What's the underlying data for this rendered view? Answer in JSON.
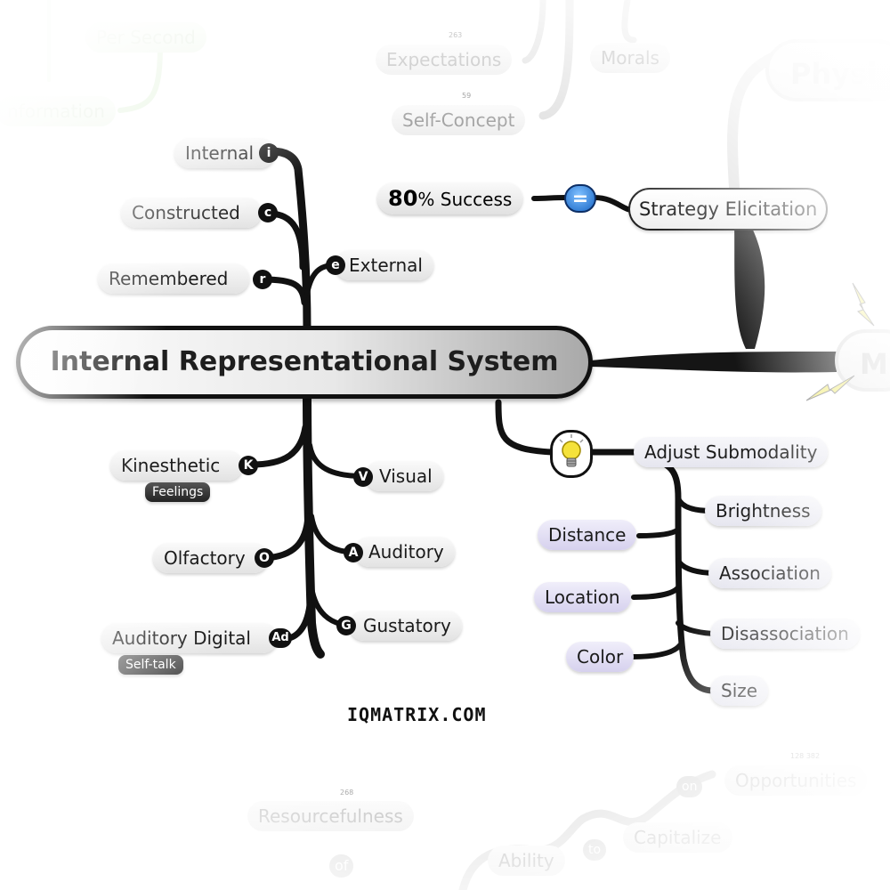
{
  "central": {
    "label": "Internal Representational System"
  },
  "left_top_branches": [
    {
      "key": "internal",
      "label": "Internal",
      "badge": "i"
    },
    {
      "key": "constructed",
      "label": "Constructed",
      "badge": "c"
    },
    {
      "key": "remembered",
      "label": "Remembered",
      "badge": "r"
    },
    {
      "key": "external",
      "label": "External",
      "badge": "e"
    }
  ],
  "left_bottom_branches": [
    {
      "key": "kinesthetic",
      "label": "Kinesthetic",
      "badge": "K",
      "sub": "Feelings"
    },
    {
      "key": "visual",
      "label": "Visual",
      "badge": "V"
    },
    {
      "key": "olfactory",
      "label": "Olfactory",
      "badge": "O"
    },
    {
      "key": "auditory",
      "label": "Auditory",
      "badge": "A"
    },
    {
      "key": "auditory-digital",
      "label": "Auditory Digital",
      "badge": "Ad",
      "sub": "Self-talk"
    },
    {
      "key": "gustatory",
      "label": "Gustatory",
      "badge": "G"
    }
  ],
  "strategy": {
    "label": "Strategy Elicitation",
    "equals_symbol": "=",
    "success_pct": "80",
    "success_pct_sign": "%",
    "success_label": "Success"
  },
  "submodalities": {
    "label": "Adjust Submodality",
    "items": [
      "Brightness",
      "Distance",
      "Association",
      "Location",
      "Disassociation",
      "Color",
      "Size"
    ]
  },
  "brand": "IQMATRIX.COM",
  "background_nodes": {
    "per_second": "Per Second",
    "information": "nformation",
    "expectations": "Expectations",
    "expectations_num": "263",
    "self_concept": "Self-Concept",
    "self_concept_num": "59",
    "morals": "Morals",
    "physi": "Physi",
    "m": "M",
    "resourcefulness": "Resourcefulness",
    "resourcefulness_num": "268",
    "of": "of",
    "ability": "Ability",
    "to": "to",
    "capitalize": "Capitalize",
    "on": "on",
    "opportunities": "Opportunities",
    "opportunities_num": "128 382"
  },
  "colors": {
    "branch": "#111111",
    "equals_blue": "#1765c4",
    "bulb_yellow": "#f5e23a",
    "submodality_purple": "#d6d1ee"
  }
}
